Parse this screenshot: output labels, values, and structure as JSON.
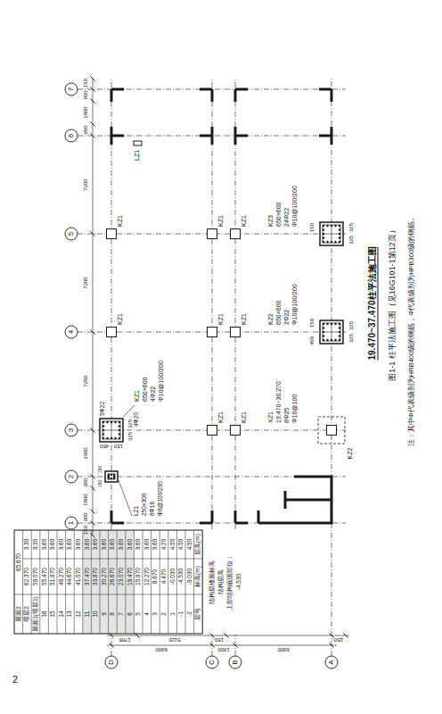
{
  "diagram": {
    "title": "19.470~37.470柱平法施工图",
    "caption": "图1-1 柱平法施工图（见16G101-1第12页）",
    "labels": [
      "2",
      "7",
      "6",
      "5",
      "4",
      "3",
      "2",
      "1",
      "D",
      "C",
      "B",
      "A",
      "150",
      "900",
      "1800",
      "900",
      "7200",
      "7200",
      "7200",
      "3600",
      "900",
      "1800",
      "900",
      "150",
      "6900",
      "1800",
      "6900",
      "1785",
      "5115",
      "150",
      "150",
      "屋面2",
      "65.670",
      "塔层2",
      "62.370",
      "3.30",
      "屋面1(塔层1)",
      "59.070",
      "3.30",
      "16",
      "55.470",
      "3.60",
      "15",
      "51.870",
      "3.60",
      "14",
      "48.270",
      "3.60",
      "13",
      "44.670",
      "3.60",
      "12",
      "41.070",
      "3.60",
      "11",
      "37.470",
      "3.60",
      "10",
      "33.870",
      "3.60",
      "9",
      "30.270",
      "3.60",
      "8",
      "26.670",
      "3.60",
      "7",
      "23.070",
      "3.60",
      "6",
      "19.470",
      "3.60",
      "5",
      "15.870",
      "3.60",
      "4",
      "12.270",
      "3.60",
      "3",
      "8.670",
      "3.60",
      "2",
      "4.470",
      "4.20",
      "1",
      "-0.030",
      "4.50",
      "-1",
      "-4.530",
      "4.50",
      "-2",
      "-9.030",
      "4.50",
      "层号",
      "标高(m)",
      "层高(m)",
      "结构层楼面标高",
      "结构层高",
      "上部结构嵌固部位：",
      "-4.530",
      "325",
      "325",
      "450",
      "150",
      "5Φ22",
      "4Φ20",
      "KZ1",
      "650×600",
      "4Φ22",
      "Φ10@100/200",
      "150",
      "150",
      "LZ1",
      "250×300",
      "6Φ16",
      "Φ8@100/200",
      "LZ1",
      "XZ1",
      "19.470~30.270",
      "8Φ25",
      "Φ10@100",
      "KZ2",
      "KZ2",
      "650×600",
      "2Φ22",
      "Φ10@100/200",
      "450",
      "150",
      "325",
      "325",
      "KZ3",
      "650×600",
      "24Φ22",
      "Φ10@100/200",
      "150",
      "325",
      "325",
      "KZ1",
      "KZ1",
      "KZ1",
      "KZ1",
      "KZ1",
      "KZ1",
      "KZ1",
      "KZ1",
      "注：其中Φ代表级别为HRB400级的钢筋，Φ代表级别为HPB300级的钢筋。"
    ]
  }
}
